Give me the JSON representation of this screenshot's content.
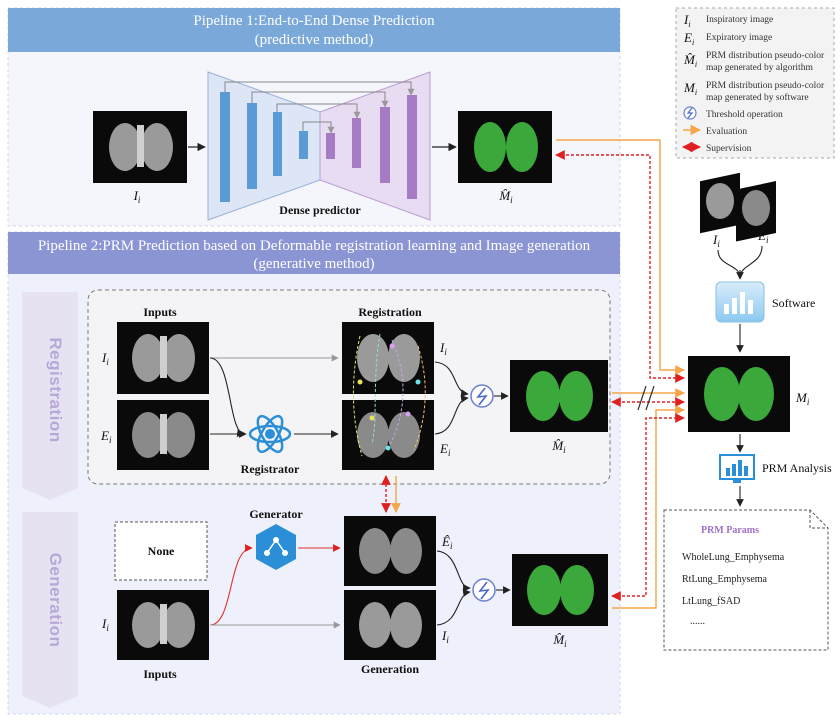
{
  "pipeline1": {
    "title": "Pipeline 1:End-to-End Dense Prediction",
    "subtitle": "(predictive method)",
    "predictor_label": "Dense predictor",
    "input_symbol": "I",
    "input_sub": "i",
    "output_symbol": "M̂",
    "output_sub": "i"
  },
  "pipeline2": {
    "title": "Pipeline 2:PRM Prediction based on Deformable registration learning and Image generation",
    "subtitle": "(generative method)"
  },
  "registration": {
    "side_label": "Registration",
    "inputs_label": "Inputs",
    "registration_label": "Registration",
    "registrator_label": "Registrator",
    "I_symbol": "I",
    "I_sub": "i",
    "E_symbol": "E",
    "E_sub": "i",
    "out_symbol": "M̂",
    "out_sub": "i"
  },
  "generation": {
    "side_label": "Generation",
    "generator_label": "Generator",
    "none_label": "None",
    "inputs_label": "Inputs",
    "generation_label": "Generation",
    "I_symbol": "I",
    "I_sub": "i",
    "Ehat_symbol": "Ê",
    "Ehat_sub": "i",
    "out_symbol": "M̂",
    "out_sub": "i"
  },
  "legend": [
    {
      "symbol": "I",
      "sub": "i",
      "text": [
        "Inspiratory image"
      ]
    },
    {
      "symbol": "E",
      "sub": "i",
      "text": [
        "Expiratory image"
      ]
    },
    {
      "symbol": "M̂",
      "sub": "i",
      "text": [
        "PRM distribution pseudo-color",
        "map generated by algorithm"
      ]
    },
    {
      "symbol": "M",
      "sub": "i",
      "text": [
        "PRM distribution pseudo-color",
        "map generated by software"
      ]
    },
    {
      "icon": "threshold-icon",
      "text": [
        "Threshold operation"
      ]
    },
    {
      "icon": "evaluation-arrow-icon",
      "text": [
        "Evaluation"
      ]
    },
    {
      "icon": "supervision-arrow-icon",
      "text": [
        "Supervision"
      ]
    }
  ],
  "right": {
    "I_symbol": "I",
    "I_sub": "i",
    "E_symbol": "E",
    "E_sub": "i",
    "software_label": "Software",
    "M_symbol": "M",
    "M_sub": "i",
    "analysis_label": "PRM Analysis",
    "params_title": "PRM Params",
    "params": [
      "WholeLung_Emphysema",
      "RtLung_Emphysema",
      "LtLung_fSAD",
      "......"
    ]
  },
  "colors": {
    "pipeline1_header": "#7aa8d8",
    "pipeline2_header": "#8b95d4",
    "panel_bg": "#eef1fb",
    "encoder_blue": "#5b9bd5",
    "decoder_purple": "#a77bc4",
    "lung_green": "#3aa83a",
    "evaluation": "#f5a64a",
    "supervision": "#e02020",
    "gen_arrow": "#e03030"
  }
}
